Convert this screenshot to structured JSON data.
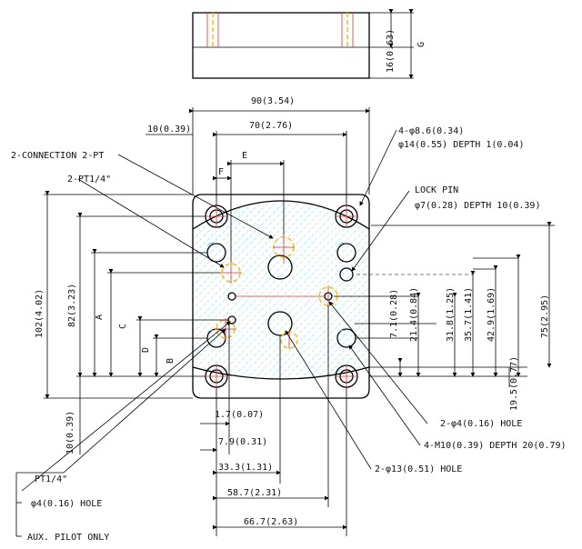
{
  "labels": {
    "top_thickness": "16(0.63)",
    "top_g": "G",
    "width_90": "90(3.54)",
    "width_70": "70(2.76)",
    "offset_10": "10(0.39)",
    "dim_e": "E",
    "dim_f": "F",
    "conn_2pt": "2-CONNECTION 2-PT",
    "pt14": "2-PT1/4\"",
    "holes_4": "4-φ8.6(0.34)",
    "holes_4_depth": "φ14(0.55) DEPTH 1(0.04)",
    "lock_pin": "LOCK PIN",
    "lock_pin_spec": "φ7(0.28) DEPTH 10(0.39)",
    "h102": "102(4.02)",
    "h82": "82(3.23)",
    "dim_a": "A",
    "dim_c": "C",
    "dim_d": "D",
    "dim_b": "B",
    "v7_1": "7.1(0.28)",
    "v21_4": "21.4(0.84)",
    "v31_8": "31.8(1.25)",
    "v35_7": "35.7(1.41)",
    "v42_9": "42.9(1.69)",
    "v75": "75(2.95)",
    "v19_5": "19.5(0.77)",
    "v10_bottom": "10(0.39)",
    "hole_2_4": "2-φ4(0.16) HOLE",
    "m10": "4-M10(0.39) DEPTH 20(0.79)",
    "hole_2_13": "2-φ13(0.51) HOLE",
    "h1_7": "1.7(0.07)",
    "h7_9": "7.9(0.31)",
    "h33_3": "33.3(1.31)",
    "h58_7": "58.7(2.31)",
    "h66_7": "66.7(2.63)",
    "pt14_side": "PT1/4\"",
    "hole4_side": "φ4(0.16) HOLE",
    "aux": "AUX. PILOT ONLY"
  },
  "colors": {
    "outline": "#000000",
    "center_lines": "#e0322c",
    "ports": "#f2c12e",
    "hatch": "#36b9d6"
  }
}
